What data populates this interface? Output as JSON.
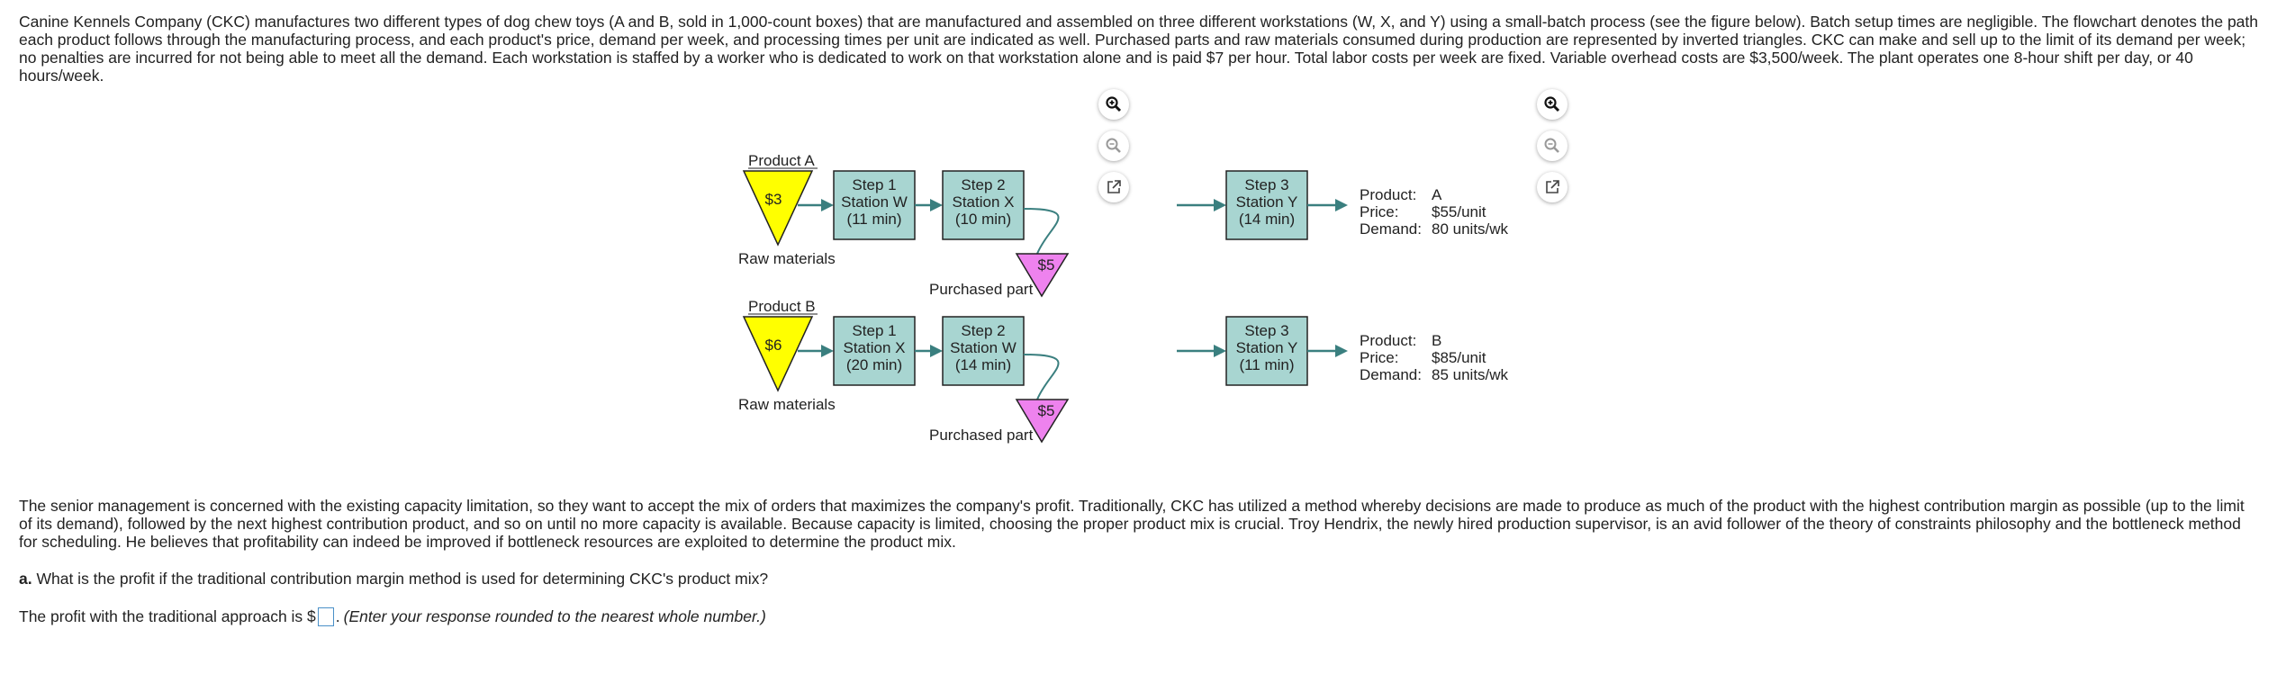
{
  "problem": {
    "intro": "Canine Kennels Company (CKC) manufactures two different types of dog chew toys (A and B, sold in 1,000-count boxes) that are manufactured and assembled on three different workstations (W, X, and Y) using a small-batch process (see the figure below). Batch setup times are negligible. The flowchart denotes the path each product follows through the manufacturing process, and each product's price, demand per week, and processing times per unit are indicated as well. Purchased parts and raw materials consumed during production are represented by inverted triangles. CKC can make and sell up to the limit of its demand per week; no penalties are incurred for not being able to meet all the demand. Each workstation is staffed by a worker who is dedicated to work on that workstation alone and is paid $7 per hour. Total labor costs per week are fixed. Variable overhead costs are $3,500/week. The plant operates one 8-hour shift per day, or 40 hours/week.",
    "senior": "The senior management is concerned with the existing capacity limitation, so they want to accept the mix of orders that maximizes the company's profit. Traditionally, CKC has utilized a method whereby decisions are made to produce as much of the product with the highest contribution margin as possible (up to the limit of its demand), followed by the next highest contribution product, and so on until no more capacity is available. Because capacity is limited, choosing the proper product mix is crucial. Troy Hendrix, the newly hired production supervisor, is an avid follower of the theory of constraints philosophy and the bottleneck method for scheduling. He believes that profitability can indeed be improved if bottleneck resources are exploited to determine the product mix.",
    "question_label": "a.",
    "question": " What is the profit if the traditional contribution margin method is used for determining CKC's product mix?",
    "answer_prefix": "The profit with the traditional approach is $",
    "answer_suffix": ".",
    "answer_hint": "(Enter your response rounded to the nearest whole number.)",
    "answer_value": ""
  },
  "diagram": {
    "products": [
      {
        "title": "Product A",
        "raw_cost": "$3",
        "raw_label": "Raw materials",
        "step1": [
          "Step 1",
          "Station W",
          "(11 min)"
        ],
        "step2": [
          "Step 2",
          "Station X",
          "(10 min)"
        ],
        "step3": [
          "Step 3",
          "Station Y",
          "(14 min)"
        ],
        "part_cost": "$5",
        "part_label": "Purchased part",
        "info_product_label": "Product:",
        "info_product": "A",
        "info_price_label": "Price:",
        "info_price": "$55/unit",
        "info_demand_label": "Demand:",
        "info_demand": "80 units/wk"
      },
      {
        "title": "Product B",
        "raw_cost": "$6",
        "raw_label": "Raw materials",
        "step1": [
          "Step 1",
          "Station X",
          "(20 min)"
        ],
        "step2": [
          "Step 2",
          "Station W",
          "(14 min)"
        ],
        "step3": [
          "Step 3",
          "Station Y",
          "(11 min)"
        ],
        "part_cost": "$5",
        "part_label": "Purchased part",
        "info_product_label": "Product:",
        "info_product": "B",
        "info_price_label": "Price:",
        "info_price": "$85/unit",
        "info_demand_label": "Demand:",
        "info_demand": "85 units/wk"
      }
    ],
    "colors": {
      "raw_triangle": "#ffff00",
      "part_triangle": "#ee82ee",
      "station_box": "#a8d5d1",
      "arrow": "#3a7f7f"
    }
  },
  "icons": [
    "zoom-in-icon",
    "zoom-out-icon",
    "popout-icon"
  ]
}
